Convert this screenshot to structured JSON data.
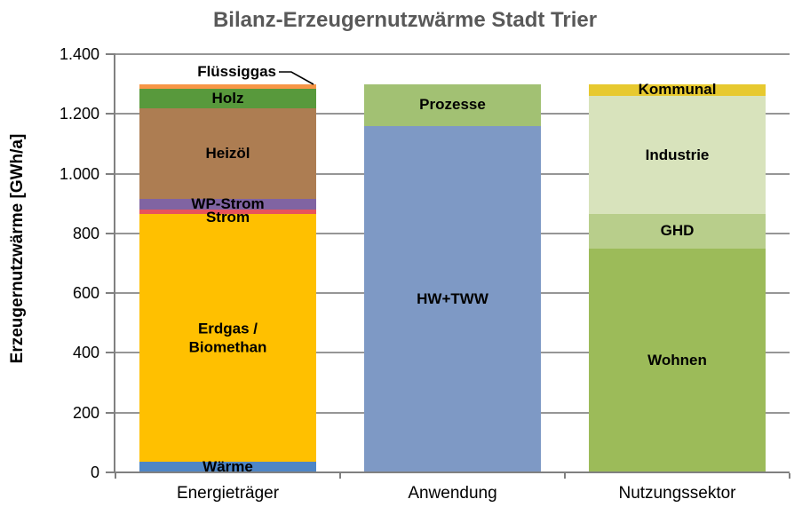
{
  "chart_data": {
    "type": "bar",
    "stacked": true,
    "title": "Bilanz-Erzeugernutzwärme Stadt Trier",
    "ylabel": "Erzeugernutzwärme [GWh/a]",
    "xlabel": "",
    "ylim": [
      0,
      1400
    ],
    "grid": true,
    "legend": "none",
    "y_ticks": [
      {
        "value": 0,
        "label": "0"
      },
      {
        "value": 200,
        "label": "200"
      },
      {
        "value": 400,
        "label": "400"
      },
      {
        "value": 600,
        "label": "600"
      },
      {
        "value": 800,
        "label": "800"
      },
      {
        "value": 1000,
        "label": "1.000"
      },
      {
        "value": 1200,
        "label": "1.200"
      },
      {
        "value": 1400,
        "label": "1.400"
      }
    ],
    "categories": [
      "Energieträger",
      "Anwendung",
      "Nutzungssektor"
    ],
    "bars": [
      {
        "category": "Energieträger",
        "segments": [
          {
            "label": "Wärme",
            "value": 35,
            "color": "#4E86C6"
          },
          {
            "label": "Erdgas / Biomethan",
            "value": 830,
            "color": "#FFC000",
            "wrap": true
          },
          {
            "label": "Strom",
            "value": 15,
            "color": "#E8545B",
            "label_dy": 7
          },
          {
            "label": "WP-Strom",
            "value": 35,
            "color": "#8064A2"
          },
          {
            "label": "Heizöl",
            "value": 305,
            "color": "#AD7D52"
          },
          {
            "label": "Holz",
            "value": 65,
            "color": "#58993C"
          },
          {
            "label": "Flüssiggas",
            "value": 15,
            "color": "#F79646",
            "label_outside": true
          }
        ]
      },
      {
        "category": "Anwendung",
        "segments": [
          {
            "label": "HW+TWW",
            "value": 1160,
            "color": "#7E99C5"
          },
          {
            "label": "Prozesse",
            "value": 140,
            "color": "#A2C173"
          }
        ]
      },
      {
        "category": "Nutzungssektor",
        "segments": [
          {
            "label": "Wohnen",
            "value": 750,
            "color": "#9CBB59"
          },
          {
            "label": "GHD",
            "value": 115,
            "color": "#B8CE8B"
          },
          {
            "label": "Industrie",
            "value": 395,
            "color": "#D8E3BC"
          },
          {
            "label": "Kommunal",
            "value": 40,
            "color": "#E7C92F"
          }
        ]
      }
    ],
    "colors": {
      "title_text": "#595959",
      "axis": "#808080",
      "gridline": "#969696",
      "label_text": "#000000"
    }
  }
}
